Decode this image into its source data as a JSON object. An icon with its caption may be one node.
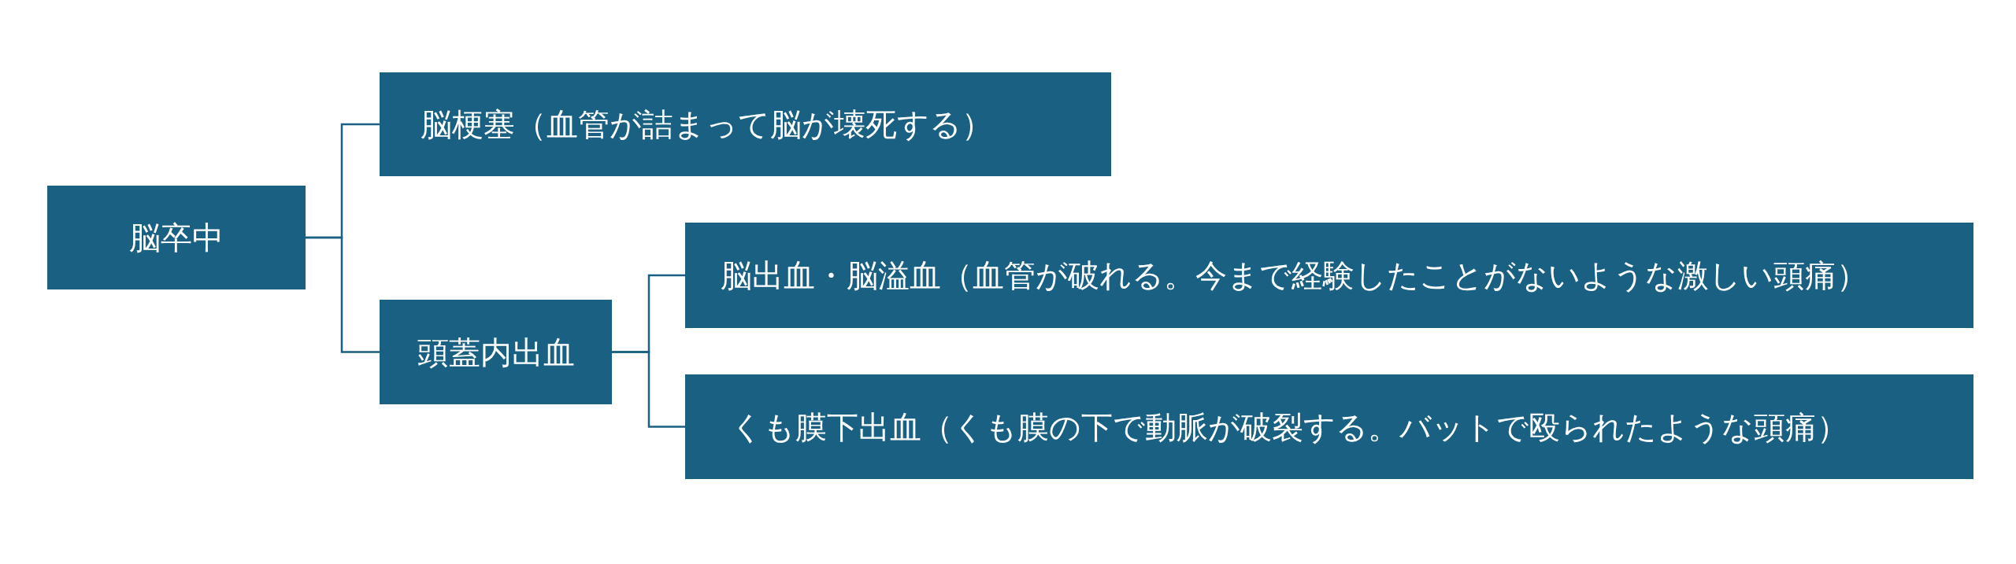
{
  "diagram": {
    "nodes": [
      {
        "text": [
          "脳卒中"
        ]
      },
      {
        "text": [
          "脳梗塞（血管が詰まって脳が壊死する）"
        ]
      },
      {
        "text": [
          "頭蓋内出血"
        ]
      },
      {
        "text": [
          "脳出血・脳溢血（血管が破れる。今まで経験したことがないような激しい頭痛）"
        ]
      },
      {
        "text": [
          "くも膜下出血（くも膜の下で動脈が破裂する。バットで殴られたような頭痛）"
        ]
      }
    ],
    "edges": [
      {
        "from": 0,
        "to": 1,
        "arrow": "none"
      },
      {
        "from": 0,
        "to": 2,
        "arrow": "none"
      },
      {
        "from": 2,
        "to": 3,
        "arrow": "none"
      },
      {
        "from": 2,
        "to": 4,
        "arrow": "none"
      }
    ]
  }
}
